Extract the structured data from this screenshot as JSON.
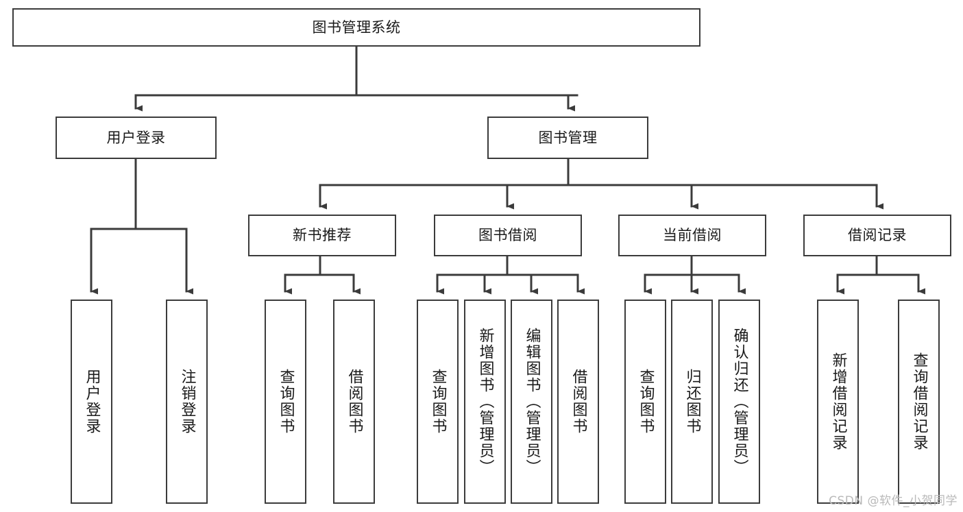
{
  "diagram": {
    "title": "图书管理系统",
    "type": "tree-hierarchy",
    "watermark": "CSDN @软件_小贺同学",
    "colors": {
      "stroke": "#3b3b3b",
      "fill": "#ffffff",
      "text": "#1a1a1a",
      "watermark": "#b9b9b9"
    },
    "nodes": {
      "root": {
        "label": "图书管理系统"
      },
      "level2": [
        {
          "label": "用户登录"
        },
        {
          "label": "图书管理"
        }
      ],
      "level3": [
        {
          "label": "新书推荐"
        },
        {
          "label": "图书借阅"
        },
        {
          "label": "当前借阅"
        },
        {
          "label": "借阅记录"
        }
      ],
      "leaves": {
        "user_login": [
          {
            "label": "用户登录"
          },
          {
            "label": "注销登录"
          }
        ],
        "new_book": [
          {
            "label": "查询图书"
          },
          {
            "label": "借阅图书"
          }
        ],
        "book_borrow": [
          {
            "label": "查询图书"
          },
          {
            "label": "新增图书（管理员）"
          },
          {
            "label": "编辑图书（管理员）"
          },
          {
            "label": "借阅图书"
          }
        ],
        "current_borrow": [
          {
            "label": "查询图书"
          },
          {
            "label": "归还图书"
          },
          {
            "label": "确认归还（管理员）"
          }
        ],
        "borrow_record": [
          {
            "label": "新增借阅记录"
          },
          {
            "label": "查询借阅记录"
          }
        ]
      }
    }
  }
}
